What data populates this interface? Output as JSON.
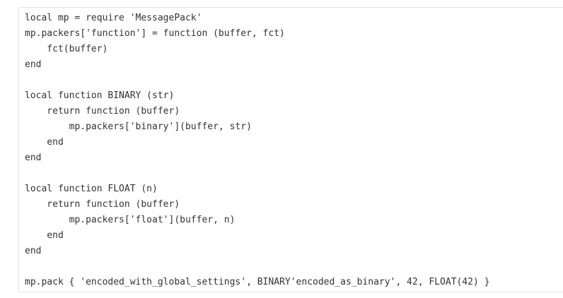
{
  "code": {
    "language": "lua",
    "lines": [
      "local mp = require 'MessagePack'",
      "mp.packers['function'] = function (buffer, fct)",
      "    fct(buffer)",
      "end",
      "",
      "local function BINARY (str)",
      "    return function (buffer)",
      "        mp.packers['binary'](buffer, str)",
      "    end",
      "end",
      "",
      "local function FLOAT (n)",
      "    return function (buffer)",
      "        mp.packers['float'](buffer, n)",
      "    end",
      "end",
      "",
      "mp.pack { 'encoded_with_global_settings', BINARY'encoded_as_binary', 42, FLOAT(42) }"
    ]
  },
  "colors": {
    "text": "#333333",
    "background": "#ffffff",
    "border": "#e3e3e3"
  }
}
